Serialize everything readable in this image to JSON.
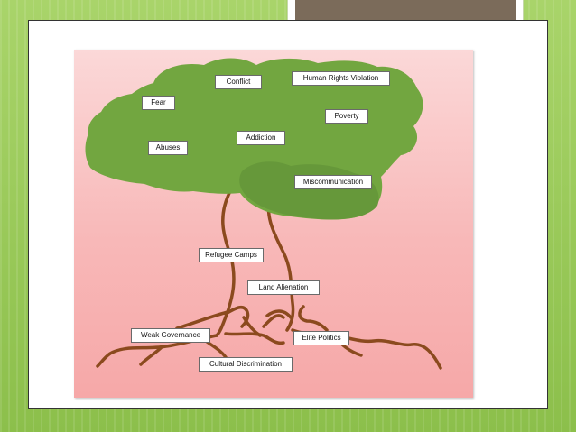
{
  "colors": {
    "background_green": "#9ccb5c",
    "title_bar": "#7b6b5a",
    "diagram_pink": "#f8b8b8",
    "canopy_green": "#72a640",
    "root_brown": "#8b4a1e"
  },
  "tree": {
    "canopy_labels": {
      "conflict": "Conflict",
      "human_rights": "Human Rights Violation",
      "fear": "Fear",
      "poverty": "Poverty",
      "addiction": "Addiction",
      "abuses": "Abuses",
      "miscommunication": "Miscommunication"
    },
    "root_labels": {
      "refugee_camps": "Refugee Camps",
      "land_alienation": "Land Alienation",
      "weak_governance": "Weak Governance",
      "elite_politics": "Elite Politics",
      "cultural_discrimination": "Cultural Discrimination"
    }
  }
}
